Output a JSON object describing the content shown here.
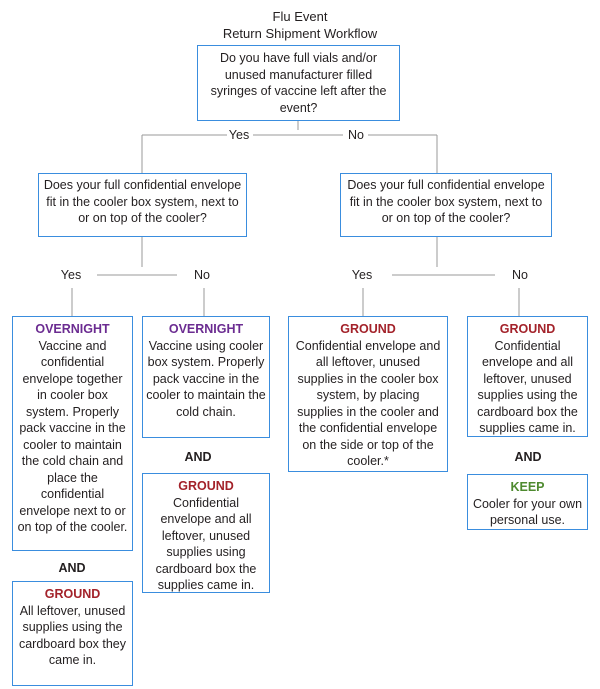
{
  "title": {
    "line1": "Flu Event",
    "line2": "Return Shipment Workflow"
  },
  "root": {
    "question": "Do you have full vials and/or unused manufacturer filled syringes of vaccine left after the event?"
  },
  "answers": {
    "yes": "Yes",
    "no": "No"
  },
  "left_question": "Does your full confidential envelope fit in the cooler box system, next to or on top of the cooler?",
  "right_question": "Does your full confidential envelope fit in the cooler box system, next to or on top of the cooler?",
  "and_label": "AND",
  "outcomes": {
    "a": {
      "head": "OVERNIGHT",
      "text": "Vaccine and confidential envelope together in cooler box system. Properly pack vaccine in the cooler to maintain the cold chain and place the confidential envelope next to or on top of the cooler."
    },
    "a2": {
      "head": "GROUND",
      "text": "All leftover, unused supplies using the cardboard box they came in."
    },
    "b": {
      "head": "OVERNIGHT",
      "text": "Vaccine using cooler box system. Properly pack vaccine in the cooler to maintain the cold chain."
    },
    "b2": {
      "head": "GROUND",
      "text": "Confidential envelope and all leftover, unused supplies using cardboard box the supplies came in."
    },
    "c": {
      "head": "GROUND",
      "text": "Confidential envelope and all leftover, unused supplies in the cooler box system, by placing supplies in the cooler and the confidential envelope on the side or top of the cooler.*"
    },
    "d": {
      "head": "GROUND",
      "text": "Confidential envelope and all leftover, unused supplies using the cardboard box the supplies came in."
    },
    "d2": {
      "head": "KEEP",
      "text": "Cooler for your own personal use."
    }
  },
  "colors": {
    "border": "#3a8dde",
    "overnight": "#6b2c91",
    "ground": "#a3222a",
    "keep": "#4e8a2f",
    "line": "#9a9a9a"
  }
}
